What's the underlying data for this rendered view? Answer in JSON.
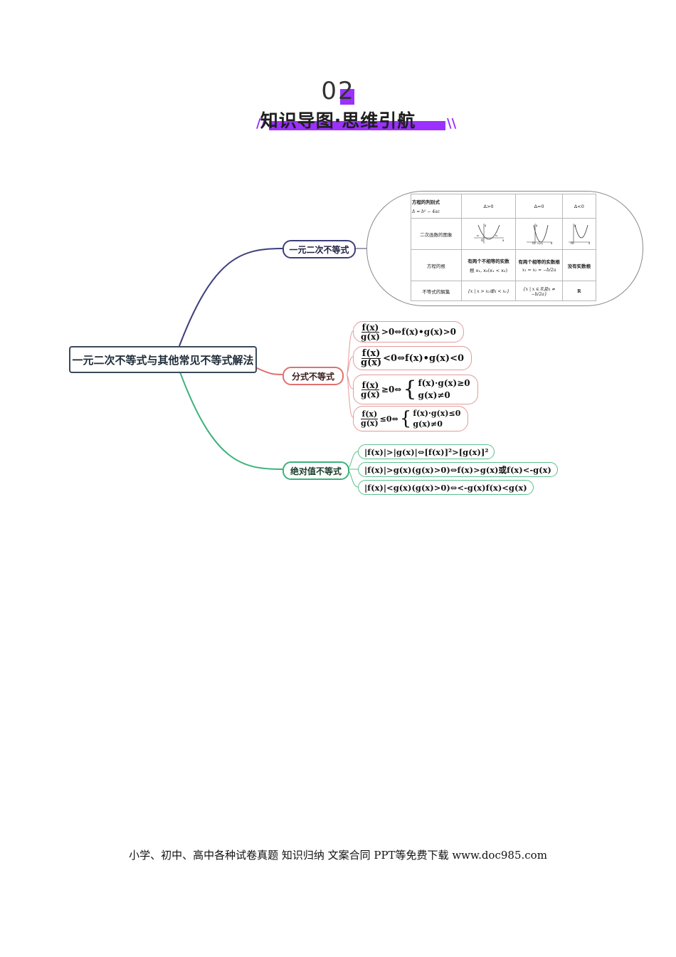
{
  "header": {
    "section_number": "02",
    "section_title": "知识导图·思维引航",
    "slash_left": "//",
    "slash_right": "\\\\"
  },
  "mindmap": {
    "root": "一元二次不等式与其他常见不等式解法",
    "branches": [
      {
        "label": "一元二次不等式"
      },
      {
        "label": "分式不等式"
      },
      {
        "label": "绝对值不等式"
      }
    ],
    "fraction_items": [
      {
        "num": "f(x)",
        "den": "g(x)",
        "rest": ">0⇔f(x)•g(x)>0"
      },
      {
        "num": "f(x)",
        "den": "g(x)",
        "rest": "<0⇔f(x)•g(x)<0"
      },
      {
        "num": "f(x)",
        "den": "g(x)",
        "rest": "≥0⇔",
        "sys1": "f(x)·g(x)≥0",
        "sys2": "g(x)≠0"
      },
      {
        "num": "f(x)",
        "den": "g(x)",
        "rest": "≤0⇔",
        "sys1": "f(x)·g(x)≤0",
        "sys2": "g(x)≠0"
      }
    ],
    "abs_items": [
      "|f(x)|>|g(x)|⇔[f(x)]²>[g(x)]²",
      "|f(x)|>g(x)(g(x)>0)⇔f(x)>g(x)或f(x)<-g(x)",
      "|f(x)|<g(x)(g(x)>0)⇔<-g(x)f(x)<g(x)"
    ]
  },
  "table": {
    "corner_title": "方程的判别式",
    "corner_formula": "Δ = b² − 4ac",
    "col_headers": [
      "Δ>0",
      "Δ=0",
      "Δ<0"
    ],
    "row_graph_label": "二次函数的图象",
    "row_roots_label": "方程的根",
    "roots": [
      {
        "line1": "有两个不相等的实数",
        "line2": "根 x₁, x₂(x₁ < x₂)"
      },
      {
        "line1": "有两个相等的实数根",
        "line2": "x₁ = x₂ = −b/2a"
      },
      {
        "line1": "没有实数根",
        "line2": ""
      }
    ],
    "row_solution_label": "不等式的解集",
    "solutions": [
      "{x | x > x₂或x < x₁}",
      "{x | x ∈ R且x ≠ −b/2a}",
      "R"
    ],
    "graph_axis_labels": {
      "y": "y",
      "x": "x",
      "o": "O",
      "x1": "x₁",
      "x2": "x₂",
      "x12": "x₁(x₂)"
    }
  },
  "footer": {
    "text": "小学、初中、高中各种试卷真题  知识归纳  文案合同  PPT等免费下载      www.doc985.com"
  },
  "colors": {
    "accent": "#9b30ff",
    "branch1": "#3d3f7a",
    "branch2": "#e07070",
    "branch3": "#3db27a",
    "root_border": "#3b4a5c"
  }
}
